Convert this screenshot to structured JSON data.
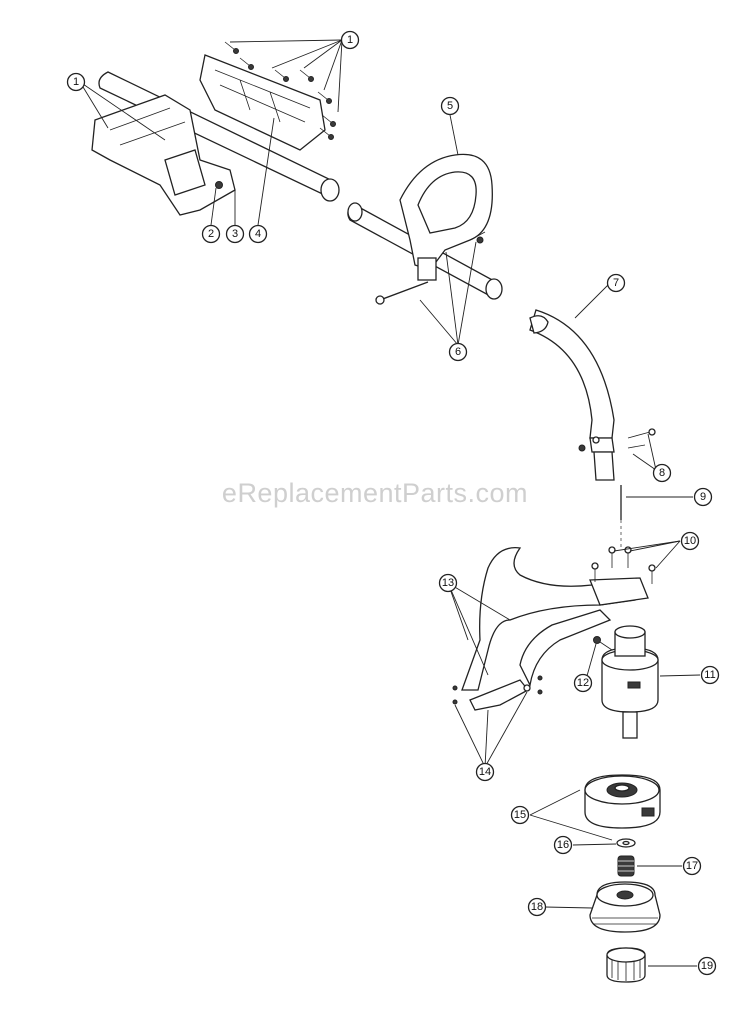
{
  "watermark": "eReplacementParts.com",
  "callouts": {
    "c1a": "1",
    "c1b": "1",
    "c2": "2",
    "c3": "3",
    "c4": "4",
    "c5": "5",
    "c6": "6",
    "c7": "7",
    "c8": "8",
    "c9": "9",
    "c10": "10",
    "c11": "11",
    "c12": "12",
    "c13": "13",
    "c14": "14",
    "c15": "15",
    "c16": "16",
    "c17": "17",
    "c18": "18",
    "c19": "19"
  }
}
